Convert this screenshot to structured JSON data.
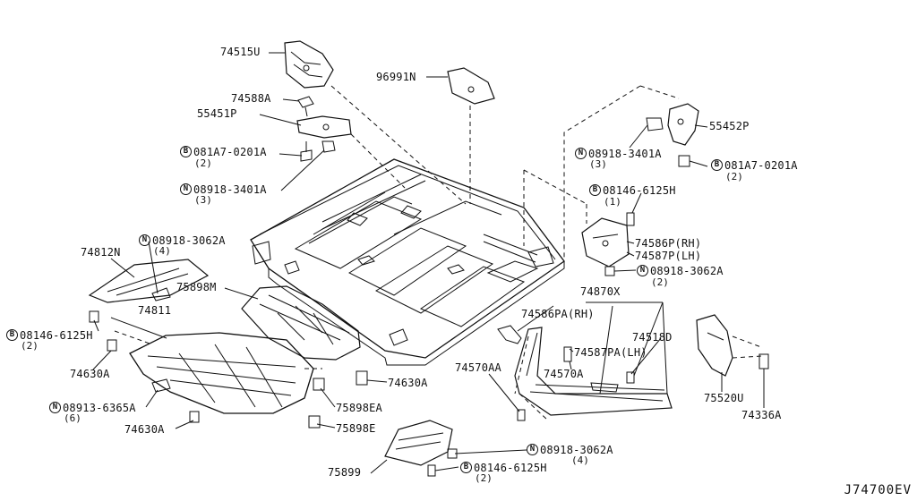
{
  "diagram_code": "J74700EV",
  "badges": {
    "N": "N",
    "B": "B"
  },
  "labels": {
    "p74515U": "74515U",
    "p74588A": "74588A",
    "p55451P": "55451P",
    "p081A7_left": "081A7-0201A",
    "p081A7_left_qty": "(2)",
    "p08918_3401A_left": "08918-3401A",
    "p08918_3401A_left_qty": "(3)",
    "p96991N": "96991N",
    "p55452P": "55452P",
    "p08918_3401A_right": "08918-3401A",
    "p08918_3401A_right_qty": "(3)",
    "p081A7_right": "081A7-0201A",
    "p081A7_right_qty": "(2)",
    "p08146_6125H_top": "08146-6125H",
    "p08146_6125H_top_qty": "(1)",
    "p74586P": "74586P(RH)",
    "p74587P": "74587P(LH)",
    "p08918_3062A_right": "08918-3062A",
    "p08918_3062A_right_qty": "(2)",
    "p74870X": "74870X",
    "p74586PA": "74586PA(RH)",
    "p74587PA": "74587PA(LH)",
    "p74518D": "74518D",
    "p74570AA": "74570AA",
    "p74570A": "74570A",
    "p75520U": "75520U",
    "p74336A": "74336A",
    "p74812N": "74812N",
    "p08918_3062A_left": "08918-3062A",
    "p08918_3062A_left_qty": "(4)",
    "p75898M": "75898M",
    "p74811": "74811",
    "p08146_6125H_left": "08146-6125H",
    "p08146_6125H_left_qty": "(2)",
    "p74630A_left": "74630A",
    "p74630A_mid": "74630A",
    "p74630A_bottom": "74630A",
    "p08913_6365A": "08913-6365A",
    "p08913_6365A_qty": "(6)",
    "p75898EA": "75898EA",
    "p75898E": "75898E",
    "p75899": "75899",
    "p08918_3062A_bottom": "08918-3062A",
    "p08918_3062A_bottom_qty": "(4)",
    "p08146_6125H_bottom": "08146-6125H",
    "p08146_6125H_bottom_qty": "(2)"
  }
}
